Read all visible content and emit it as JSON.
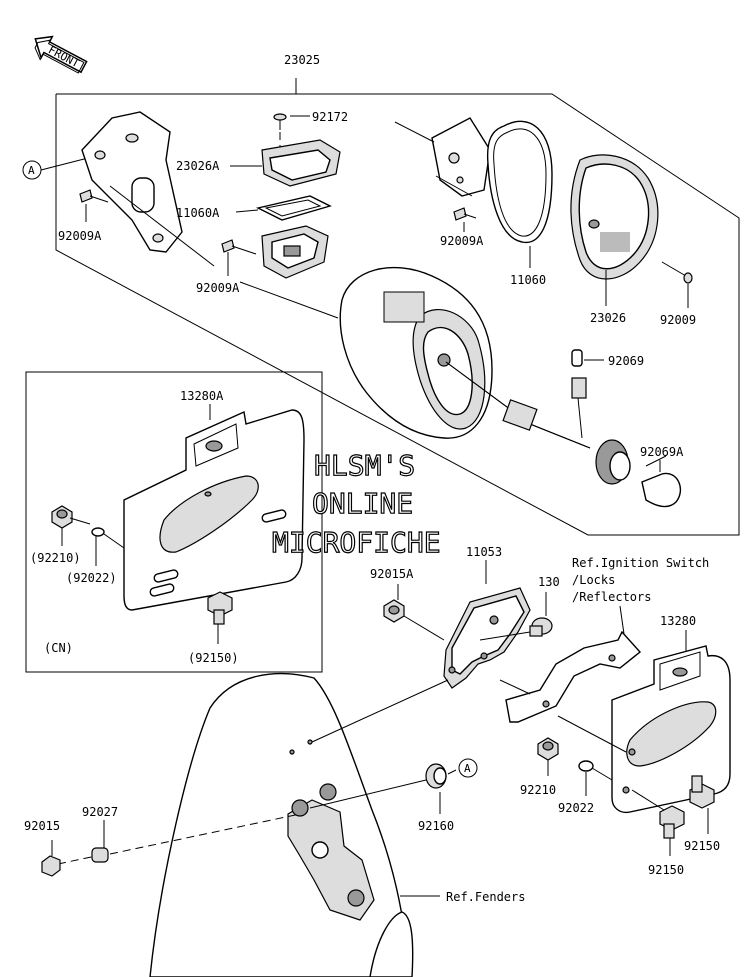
{
  "front_arrow": "FRONT",
  "watermark": [
    "HLSM'S",
    "ONLINE",
    "MICROFICHE"
  ],
  "callout_a": "A",
  "labels": {
    "assembly": "23025",
    "screw_top": "92172",
    "cover_small": "23026A",
    "gasket_small": "11060A",
    "screw_bracket": "92009A",
    "screw_bracket2": "92009A",
    "screw_lens_mount": "92009A",
    "gasket_large": "11060",
    "lens": "23026",
    "screw_lens": "92009",
    "clip": "92069",
    "bulb": "92069A",
    "plate_cn": "13280A",
    "nut_cn": "(92210)",
    "washer_cn": "(92022)",
    "bolt_cn": "(92150)",
    "cn": "(CN)",
    "bracket": "11053",
    "grommet_bracket": "92015A",
    "bolt_130": "130",
    "plate": "13280",
    "nut": "92210",
    "washer": "92022",
    "bolt1": "92150",
    "bolt2": "92150",
    "nut_fender": "92015",
    "collar": "92027",
    "grommet": "92160",
    "ref_ignition": [
      "Ref.Ignition Switch",
      "/Locks",
      "/Reflectors"
    ],
    "ref_fenders": "Ref.Fenders"
  }
}
